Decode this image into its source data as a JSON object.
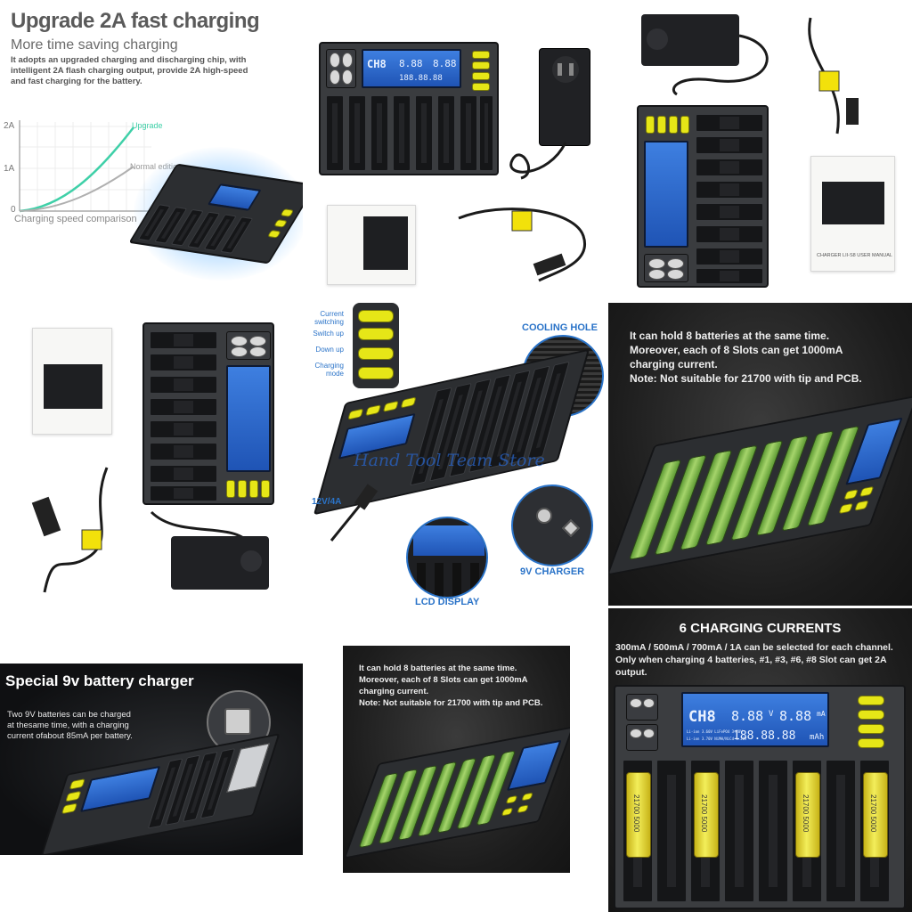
{
  "panel_upgrade": {
    "title": "Upgrade 2A fast charging",
    "subtitle": "More time saving charging",
    "description": "It adopts an upgraded charging and discharging chip, with intelligent 2A flash charging output, provide 2A high-speed and fast charging for the battery.",
    "axis_2a": "2A",
    "axis_1a": "1A",
    "axis_0": "0",
    "upgrade_label": "Upgrade",
    "normal_label": "Normal edition",
    "comparison_label": "Charging speed comparison"
  },
  "lcd": {
    "channel": "CH8",
    "voltage": "8.88",
    "volt_unit": "V",
    "current": "8.88",
    "current_unit": "mA",
    "capacity": "188.88.88",
    "capacity_unit": "mAh",
    "liion_line1": "Li-ion 3.60V  LiFePO4 3.20V",
    "liion_line2": "Li-ion 3.70V  NiMH/NiCd 1.20V"
  },
  "manual": {
    "title": "CHARGER LII-S8 USER MANUAL"
  },
  "features": {
    "current_switching": "Current switching",
    "switch_up": "Switch up",
    "down_up": "Down up",
    "charging_mode": "Charging mode",
    "cooling_hole": "COOLING HOLE",
    "watermark": "Hand Tool Team Store",
    "adapter": "12V/4A",
    "nine_v": "9V CHARGER",
    "lcd_display": "LCD DISPLAY"
  },
  "hold8": {
    "line1": "It can hold 8 batteries at the same time.",
    "line2": "Moreover, each of 8 Slots can get 1000mA",
    "line3": "charging current.",
    "line4": "Note: Not suitable for 21700 with tip and PCB."
  },
  "hold8_small": {
    "line1": "It can hold 8 batteries at the same time.",
    "line2": "Moreover, each of 8 Slots can get 1000mA",
    "line3": "charging current.",
    "line4": "Note: Not suitable for 21700 with tip and PCB."
  },
  "nine_volt": {
    "title": "Special 9v battery charger",
    "line1": "Two 9V batteries can be charged",
    "line2": "at thesame time, with a charging",
    "line3": "current ofabout 85mA per battery."
  },
  "currents": {
    "title": "6 CHARGING CURRENTS",
    "line1": "300mA / 500mA / 700mA / 1A can be selected for each channel.",
    "line2": "Only when charging 4 batteries, #1, #3, #6, #8 Slot can get 2A",
    "line3": "output.",
    "battery_label": "21700 5000"
  },
  "chart_data": {
    "type": "line",
    "title": "",
    "xlabel": "Charging speed comparison",
    "ylabel": "",
    "yticks": [
      "0",
      "1A",
      "2A"
    ],
    "series": [
      {
        "name": "Upgrade",
        "color": "#3fd0a8"
      },
      {
        "name": "Normal edition",
        "color": "#9a9a9a"
      }
    ]
  },
  "colors": {
    "accent_yellow": "#e6e617",
    "lcd_blue": "#2f6ad0",
    "feature_blue": "#2a73c8",
    "battery_green": "#8cc257",
    "battery_yellow": "#e8e23a"
  }
}
